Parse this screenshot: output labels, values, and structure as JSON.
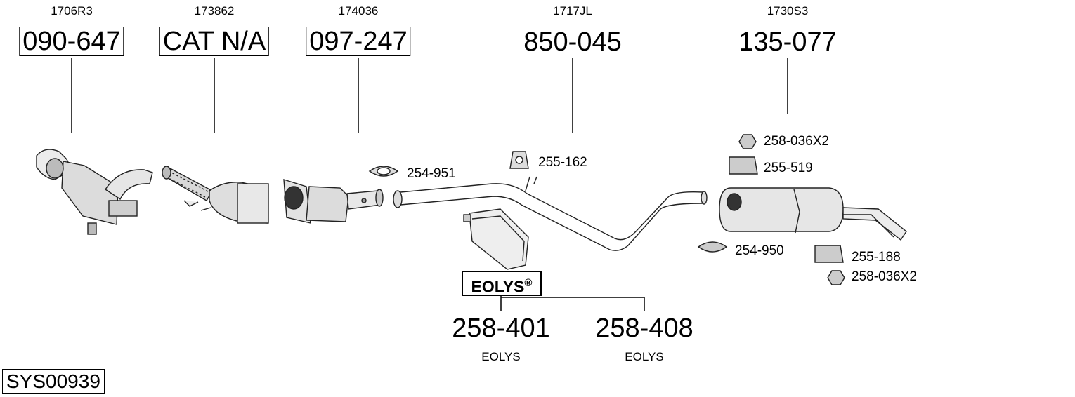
{
  "refs": [
    "1706R3",
    "173862",
    "174036",
    "1717JL",
    "1730S3"
  ],
  "parts": [
    "090-647",
    "CAT N/A",
    "097-247",
    "850-045",
    "135-077"
  ],
  "fittings": {
    "clamp_1": "254-951",
    "hanger_1": "255-162",
    "nut_top": "258-036X2",
    "hanger_top": "255-519",
    "clamp_2": "254-950",
    "hanger_bottom": "255-188",
    "nut_bottom": "258-036X2"
  },
  "eolys": {
    "badge": "EOLYS",
    "mark": "®",
    "part_1": "258-401",
    "part_2": "258-408",
    "sub_1": "EOLYS",
    "sub_2": "EOLYS"
  },
  "system_id": "SYS00939"
}
